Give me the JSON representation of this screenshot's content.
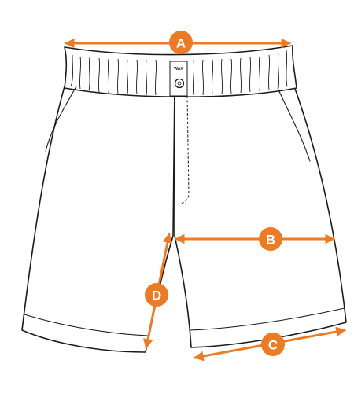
{
  "diagram": {
    "accent_color": "#ec7b26",
    "outline_color": "#1a1a1a",
    "garment_label_text": "WAX",
    "measurements": [
      {
        "letter": "A"
      },
      {
        "letter": "B"
      },
      {
        "letter": "C"
      },
      {
        "letter": "D"
      }
    ]
  }
}
